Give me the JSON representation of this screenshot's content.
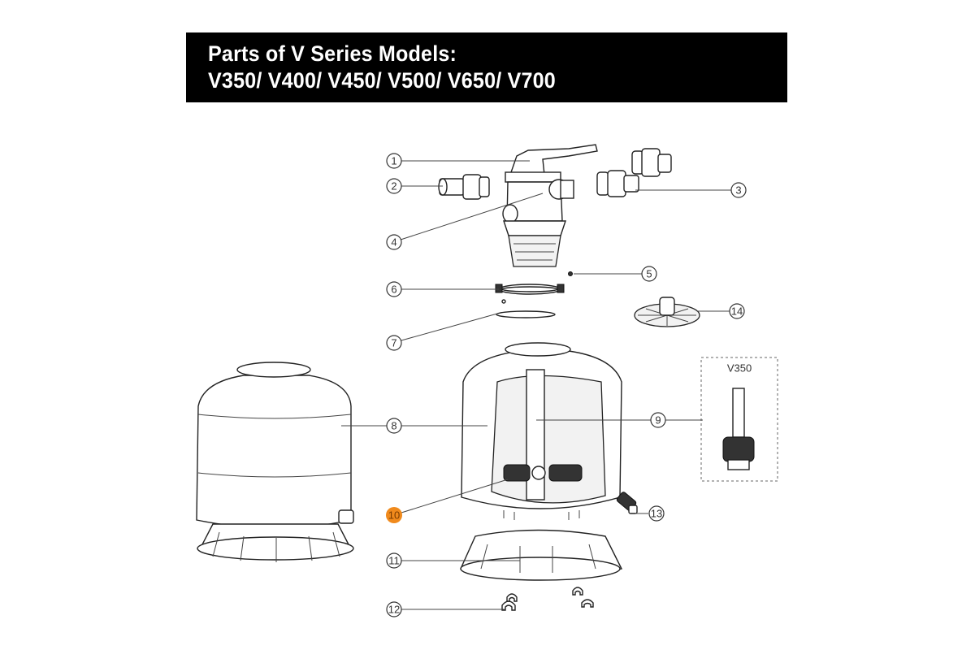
{
  "title": {
    "line1": "Parts of V Series Models:",
    "line2": "V350/ V400/ V450/ V500/ V650/ V700"
  },
  "callouts": [
    "1",
    "2",
    "3",
    "4",
    "5",
    "6",
    "7",
    "8",
    "9",
    "10",
    "11",
    "12",
    "13",
    "14"
  ],
  "highlighted_callout": "10",
  "highlight_color": "#f08a1c",
  "inset_label": "V350"
}
